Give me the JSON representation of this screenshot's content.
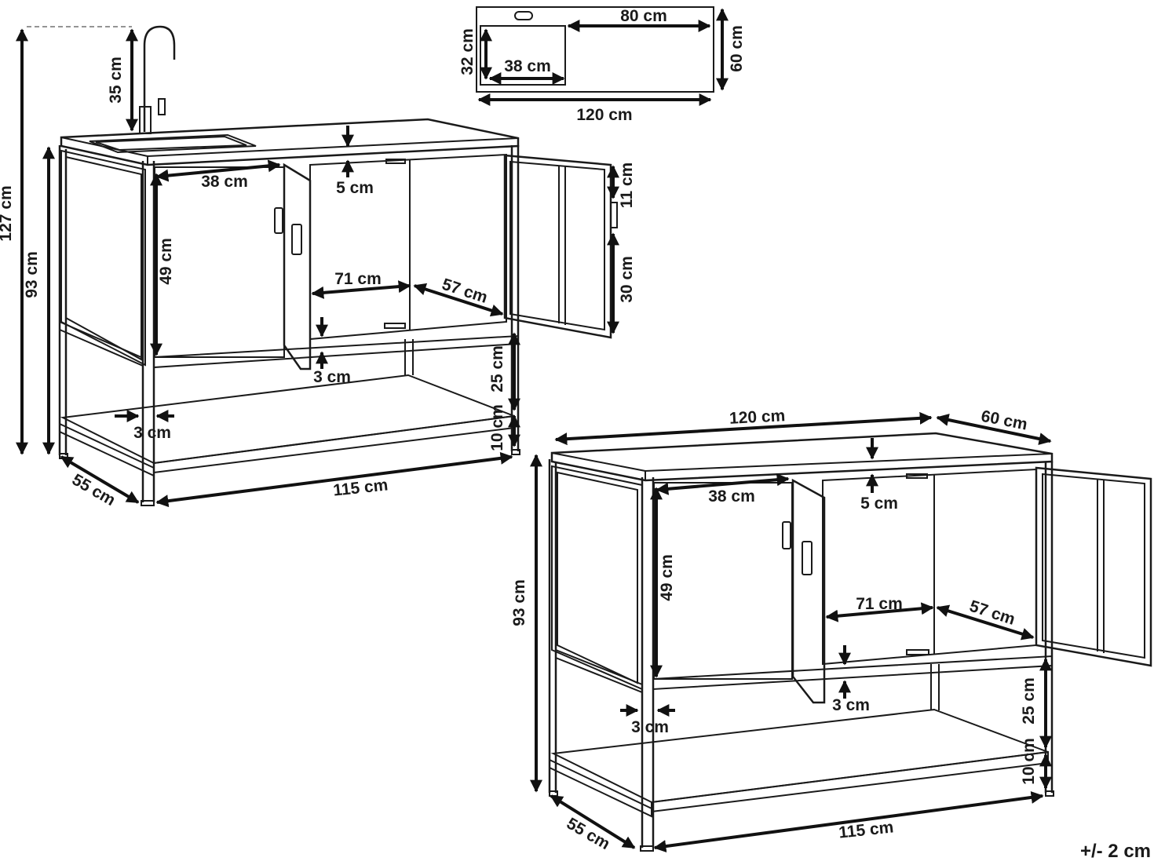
{
  "diagram": {
    "colors": {
      "line": "#1a1a1a",
      "background": "#ffffff"
    },
    "top_view": {
      "depth": "60 cm",
      "width": "120 cm",
      "sink_width": "38 cm",
      "sink_depth": "32 cm",
      "counter_free": "80 cm"
    },
    "sink_unit": {
      "total_height": "127 cm",
      "body_height": "93 cm",
      "faucet_height": "35 cm",
      "top_thickness": "5 cm",
      "compartment_width": "38 cm",
      "compartment_height": "49 cm",
      "inner_width": "71 cm",
      "door_width": "57 cm",
      "door_upper": "11 cm",
      "door_lower": "30 cm",
      "shelf_gap_small": "3 cm",
      "leg_width": "3 cm",
      "lower_space": "25 cm",
      "shelf_height": "10 cm",
      "depth": "55 cm",
      "base_width": "115 cm"
    },
    "cabinet_unit": {
      "width": "120 cm",
      "depth_top": "60 cm",
      "body_height": "93 cm",
      "top_thickness": "5 cm",
      "compartment_width": "38 cm",
      "compartment_height": "49 cm",
      "inner_width": "71 cm",
      "door_width": "57 cm",
      "shelf_gap_small": "3 cm",
      "leg_width": "3 cm",
      "lower_space": "25 cm",
      "shelf_height": "10 cm",
      "depth": "55 cm",
      "base_width": "115 cm"
    },
    "tolerance": "+/- 2 cm"
  }
}
